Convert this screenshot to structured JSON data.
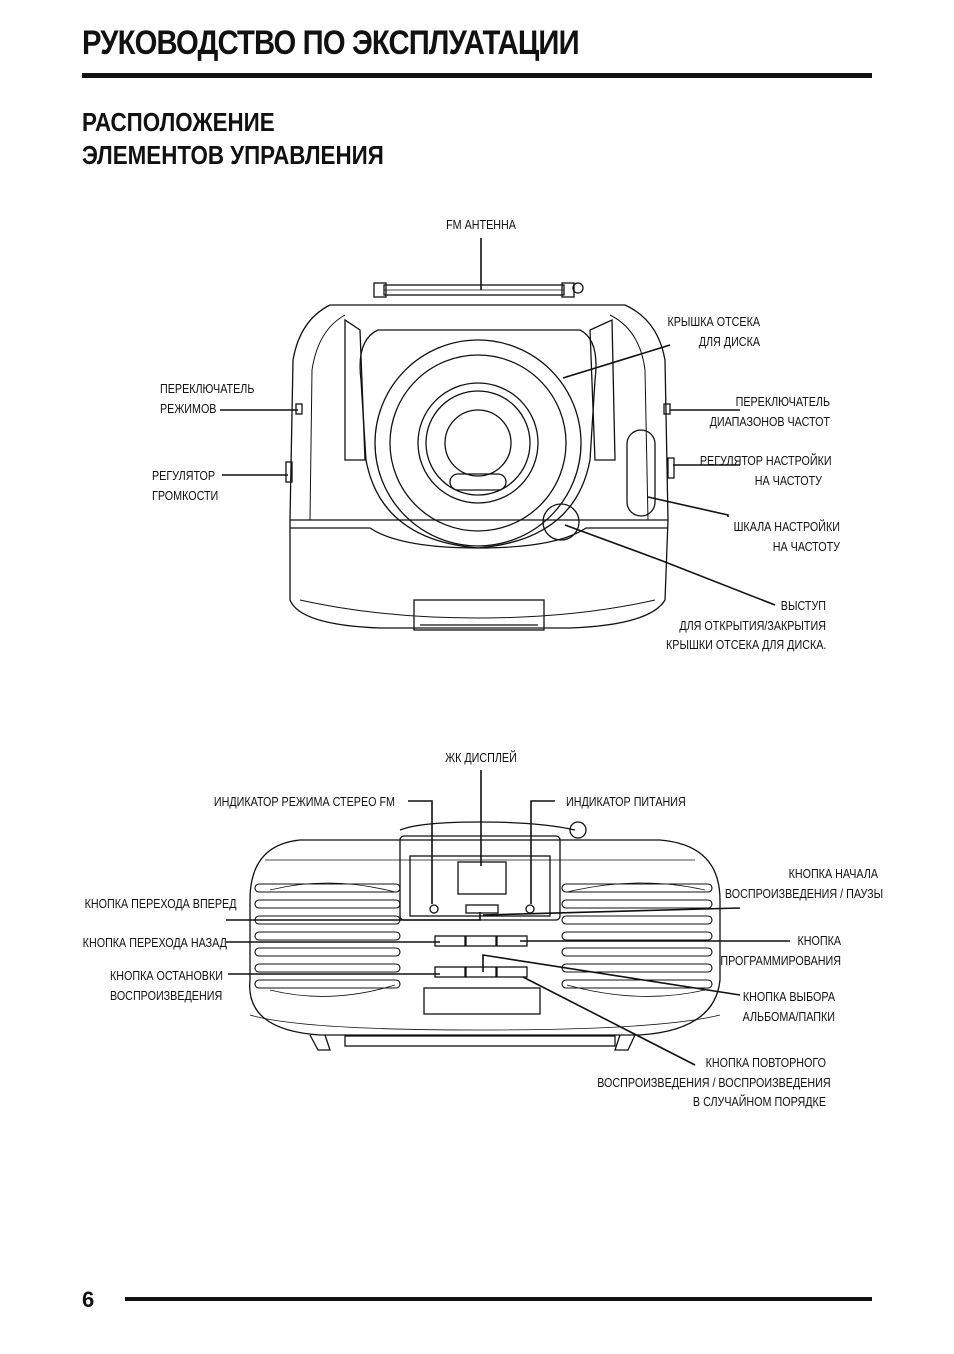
{
  "header": {
    "title": "РУКОВОДСТВО ПО ЭКСПЛУАТАЦИИ"
  },
  "section": {
    "line1": "РАСПОЛОЖЕНИЕ",
    "line2": "ЭЛЕМЕНТОВ УПРАВЛЕНИЯ"
  },
  "top_view": {
    "fm_antenna": "FM АНТЕННА",
    "cd_lid": [
      "КРЫШКА ОТСЕКА",
      "ДЛЯ ДИСКА"
    ],
    "mode_switch": [
      "ПЕРЕКЛЮЧАТЕЛЬ",
      "РЕЖИМОВ"
    ],
    "band_switch": [
      "ПЕРЕКЛЮЧАТЕЛЬ",
      "ДИАПАЗОНОВ ЧАСТОТ"
    ],
    "volume": [
      "РЕГУЛЯТОР",
      "ГРОМКОСТИ"
    ],
    "tuning_knob": [
      "РЕГУЛЯТОР НАСТРОЙКИ",
      "НА ЧАСТОТУ"
    ],
    "tuning_scale": [
      "ШКАЛА НАСТРОЙКИ",
      "НА ЧАСТОТУ"
    ],
    "lid_tab": [
      "ВЫСТУП",
      "ДЛЯ ОТКРЫТИЯ/ЗАКРЫТИЯ",
      "КРЫШКИ  ОТСЕКА ДЛЯ ДИСКА."
    ]
  },
  "front_view": {
    "lcd": "ЖК ДИСПЛЕЙ",
    "stereo_indicator": "ИНДИКАТОР РЕЖИМА СТЕРЕО FM",
    "power_indicator": "ИНДИКАТОР ПИТАНИЯ",
    "play_pause": [
      "КНОПКА НАЧАЛА",
      "ВОСПРОИЗВЕДЕНИЯ / ПАУЗЫ"
    ],
    "skip_forward": "КНОПКА ПЕРЕХОДА ВПЕРЕД",
    "skip_back": "КНОПКА ПЕРЕХОДА НАЗАД",
    "program": [
      "КНОПКА",
      "ПРОГРАММИРОВАНИЯ"
    ],
    "stop": [
      "КНОПКА ОСТАНОВКИ",
      "ВОСПРОИЗВЕДЕНИЯ"
    ],
    "album": [
      "КНОПКА ВЫБОРА",
      "АЛЬБОМА/ПАПКИ"
    ],
    "repeat": [
      "КНОПКА ПОВТОРНОГО",
      "ВОСПРОИЗВЕДЕНИЯ / ВОСПРОИЗВЕДЕНИЯ",
      "В СЛУЧАЙНОМ ПОРЯДКЕ"
    ]
  },
  "footer": {
    "page_number": "6"
  }
}
